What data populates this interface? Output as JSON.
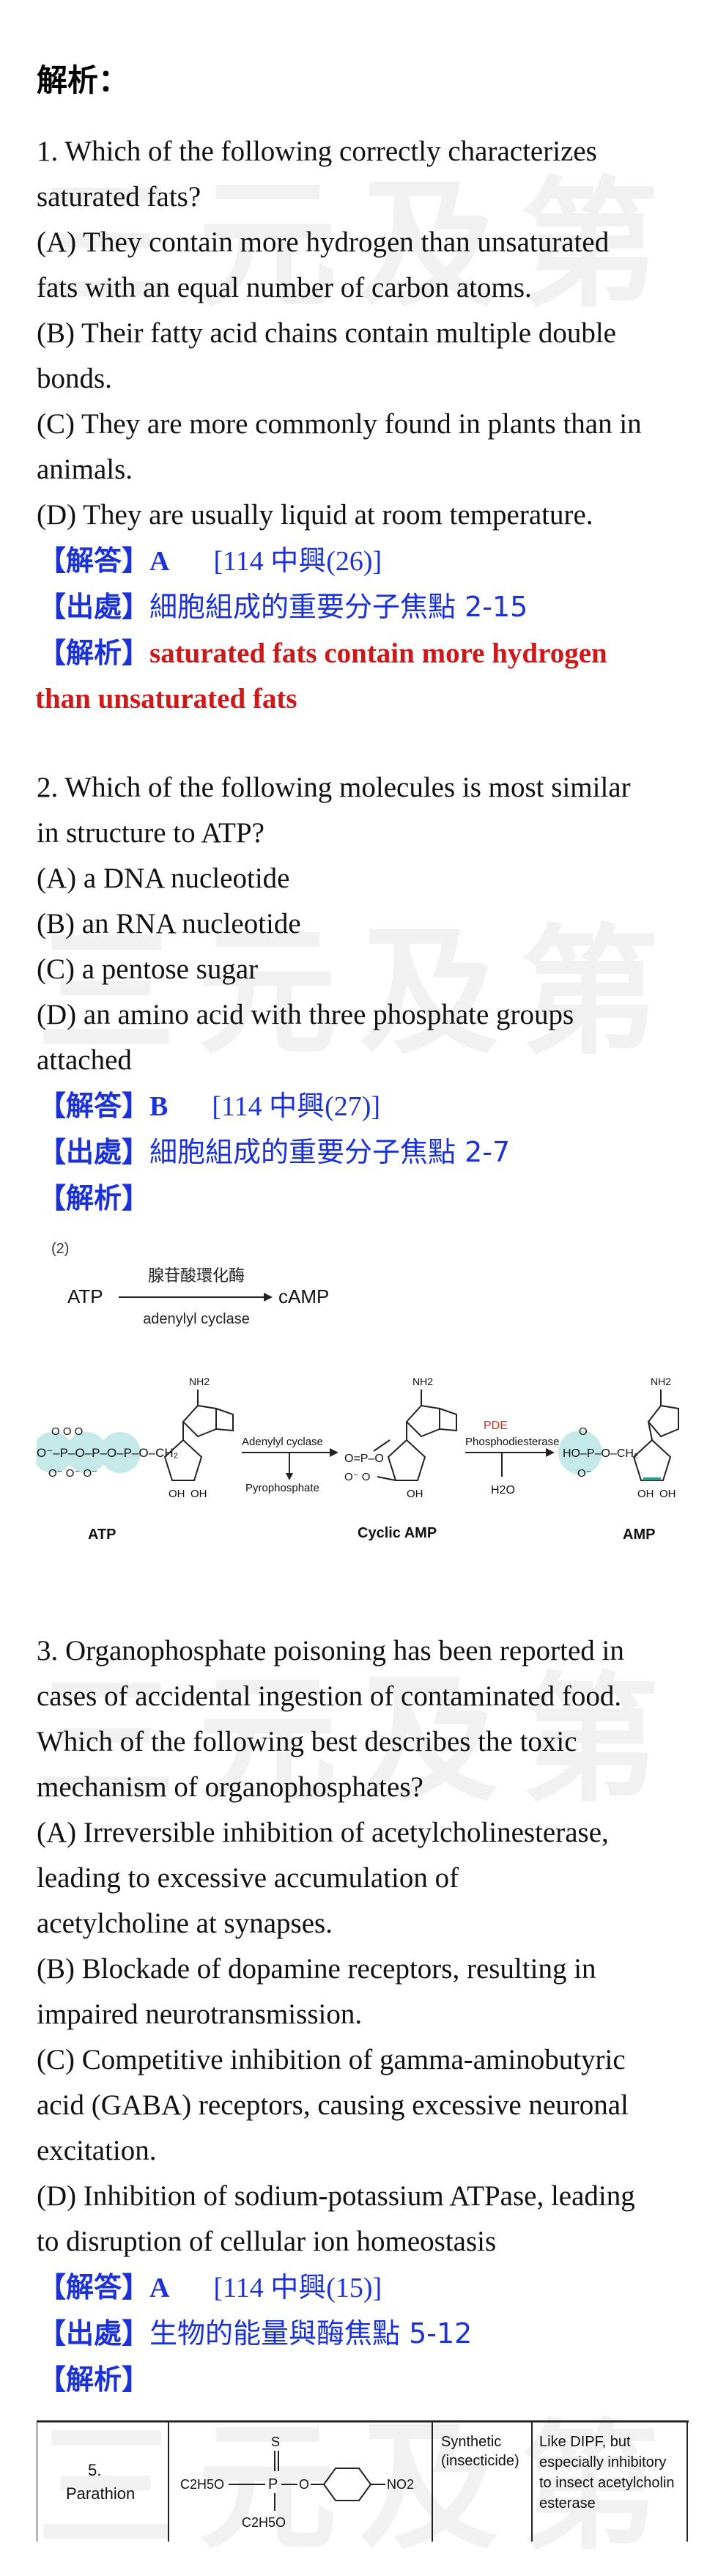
{
  "watermark": "三元及第",
  "heading": "解析：",
  "q1": {
    "stem": [
      "1. Which of the following correctly characterizes",
      "saturated fats?"
    ],
    "options": [
      "(A) They contain more hydrogen than unsaturated",
      "fats with an equal number of carbon atoms.",
      "(B) Their fatty acid chains contain multiple double",
      "bonds.",
      "(C) They are more commonly found in plants than in",
      "animals.",
      "(D) They are usually liquid at room temperature."
    ],
    "answer_tag": "【解答】",
    "answer": "A",
    "answer_src": "[114 中興(26)]",
    "source_tag": "【出處】",
    "source": "細胞組成的重要分子焦點 2-15",
    "explain_tag": "【解析】",
    "explain": [
      "saturated fats contain more hydrogen",
      "than unsaturated fats"
    ]
  },
  "q2": {
    "stem": [
      "2. Which of the following molecules is most similar",
      "in structure to ATP?"
    ],
    "options": [
      "(A) a DNA nucleotide",
      "(B) an RNA nucleotide",
      "(C) a pentose sugar",
      "(D) an amino acid with three phosphate groups",
      "attached"
    ],
    "answer_tag": "【解答】",
    "answer": "B",
    "answer_src": "[114 中興(27)]",
    "source_tag": "【出處】",
    "source": "細胞組成的重要分子焦點 2-7",
    "explain_tag": "【解析】",
    "figure": {
      "num": "(2)",
      "left": "ATP",
      "right": "cAMP",
      "enzyme_zh": "腺苷酸環化酶",
      "enzyme_en": "adenylyl cyclase",
      "labels": {
        "atp": "ATP",
        "camp": "Cyclic AMP",
        "amp": "AMP",
        "cyclase": "Adenylyl cyclase",
        "ppi": "Pyrophosphate",
        "pde": "PDE",
        "pde_full": "Phosphodiesterase",
        "water": "H2O",
        "nh2": "NH2",
        "oh": "OH",
        "ch2": "CH2"
      }
    }
  },
  "q3": {
    "stem": [
      "3. Organophosphate poisoning has been reported in",
      "cases of accidental ingestion of contaminated food.",
      "Which of the following best describes the toxic",
      "mechanism of organophosphates?"
    ],
    "options": [
      "(A) Irreversible inhibition of acetylcholinesterase,",
      "leading to excessive accumulation of",
      "acetylcholine at synapses.",
      "(B) Blockade of dopamine receptors, resulting in",
      "impaired neurotransmission.",
      "(C) Competitive inhibition of gamma-aminobutyric",
      "acid (GABA) receptors, causing excessive neuronal",
      "excitation.",
      "(D) Inhibition of sodium-potassium ATPase, leading",
      "to disruption of cellular ion homeostasis"
    ],
    "answer_tag": "【解答】",
    "answer": "A",
    "answer_src": "[114 中興(15)]",
    "source_tag": "【出處】",
    "source": "生物的能量與酶焦點 5-12",
    "explain_tag": "【解析】",
    "table": {
      "num": "5.",
      "name": "Parathion",
      "formula_left": "C2H5O",
      "formula_bottom": "C2H5O",
      "formula_right": "NO2",
      "type": "Synthetic (insecticide)",
      "type_lines": [
        "Synthetic",
        "(insecticide)"
      ],
      "note_lines": [
        "Like DIPF, but",
        "especially inhibitory",
        "to insect acetylcholin",
        "esterase"
      ]
    }
  }
}
